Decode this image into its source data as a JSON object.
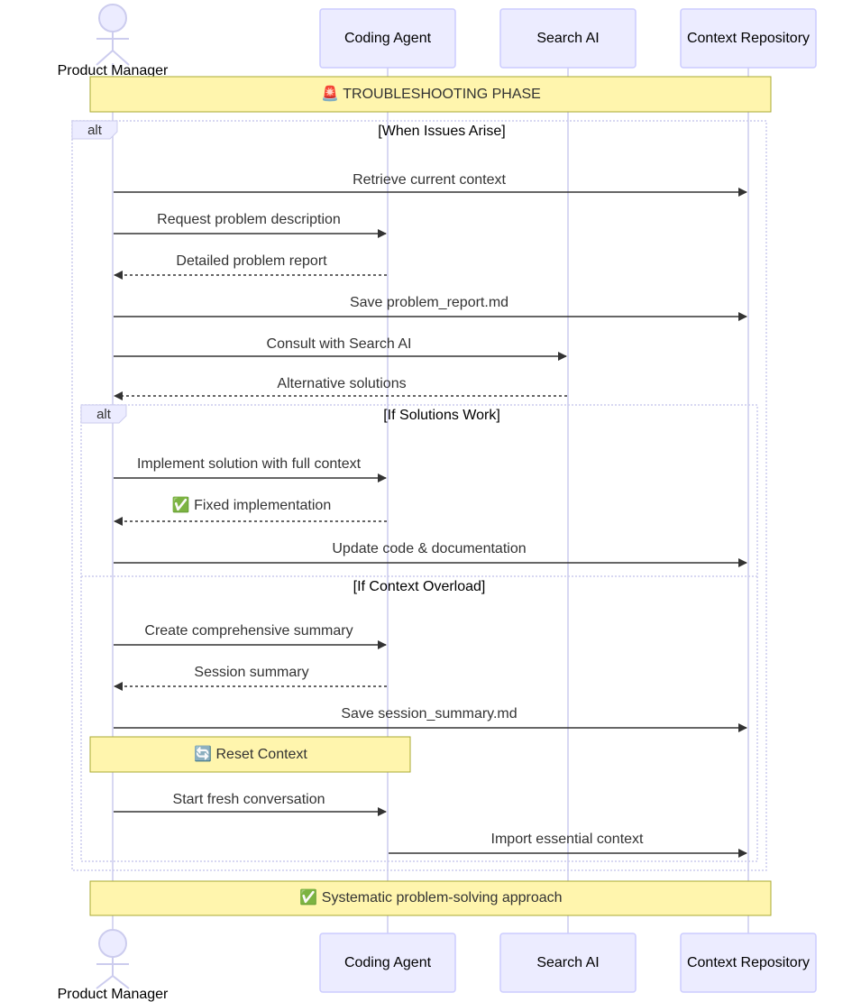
{
  "participants": {
    "product_manager": "Product Manager",
    "coding_agent": "Coding Agent",
    "search_ai": "Search AI",
    "context_repository": "Context Repository"
  },
  "notes": {
    "troubleshooting_phase": "🚨 TROUBLESHOOTING PHASE",
    "reset_context": "🔄 Reset Context",
    "systematic_approach": "✅ Systematic problem-solving approach"
  },
  "frames": {
    "outer_tag": "alt",
    "outer_condition": "[When Issues Arise]",
    "inner_tag": "alt",
    "inner_condition_1": "[If Solutions Work]",
    "inner_condition_2": "[If Context Overload]"
  },
  "messages": [
    {
      "text": "Retrieve current context",
      "from": "product_manager",
      "to": "context_repository",
      "style": "solid"
    },
    {
      "text": "Request problem description",
      "from": "product_manager",
      "to": "coding_agent",
      "style": "solid"
    },
    {
      "text": "Detailed problem report",
      "from": "coding_agent",
      "to": "product_manager",
      "style": "dashed"
    },
    {
      "text": "Save problem_report.md",
      "from": "product_manager",
      "to": "context_repository",
      "style": "solid"
    },
    {
      "text": "Consult with Search AI",
      "from": "product_manager",
      "to": "search_ai",
      "style": "solid"
    },
    {
      "text": "Alternative solutions",
      "from": "search_ai",
      "to": "product_manager",
      "style": "dashed"
    },
    {
      "text": "Implement solution with full context",
      "from": "product_manager",
      "to": "coding_agent",
      "style": "solid"
    },
    {
      "text": "✅ Fixed implementation",
      "from": "coding_agent",
      "to": "product_manager",
      "style": "dashed"
    },
    {
      "text": "Update code & documentation",
      "from": "product_manager",
      "to": "context_repository",
      "style": "solid"
    },
    {
      "text": "Create comprehensive summary",
      "from": "product_manager",
      "to": "coding_agent",
      "style": "solid"
    },
    {
      "text": "Session summary",
      "from": "coding_agent",
      "to": "product_manager",
      "style": "dashed"
    },
    {
      "text": "Save session_summary.md",
      "from": "product_manager",
      "to": "context_repository",
      "style": "solid"
    },
    {
      "text": "Start fresh conversation",
      "from": "product_manager",
      "to": "coding_agent",
      "style": "solid"
    },
    {
      "text": "Import essential context",
      "from": "coding_agent",
      "to": "context_repository",
      "style": "solid"
    }
  ],
  "colors": {
    "actor_fill": "#ECECFF",
    "actor_stroke": "#CCCCFF",
    "note_fill": "#FFF5AD",
    "note_stroke": "#AAAA33",
    "line": "#333333"
  }
}
